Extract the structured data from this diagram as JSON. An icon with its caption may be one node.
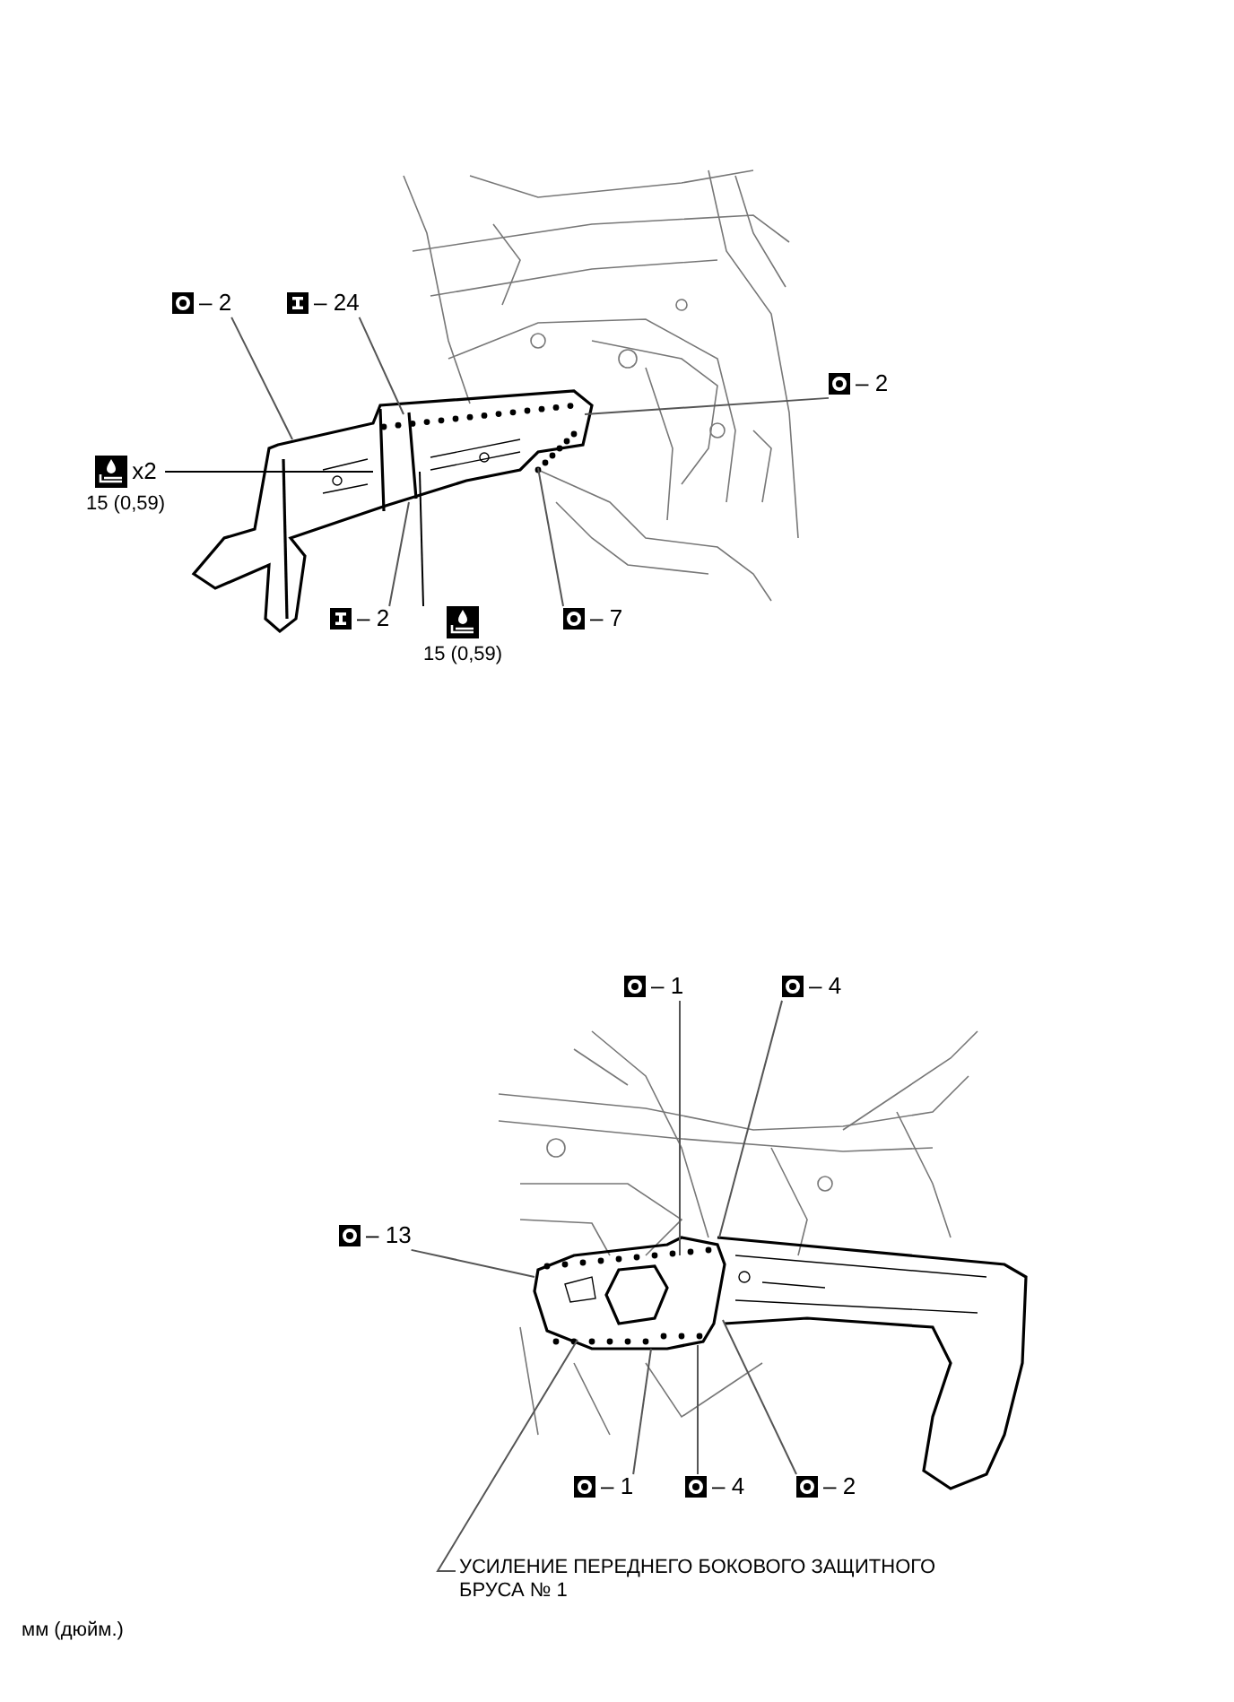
{
  "diagram": {
    "nodes": [
      {
        "text": [
          "– 2"
        ]
      },
      {
        "text": [
          "– 24"
        ]
      },
      {
        "text": [
          "– 2"
        ]
      },
      {
        "text": [
          "x2"
        ],
        "beside": [
          "15 (0,59)"
        ]
      },
      {
        "text": [
          "– 2"
        ]
      },
      {
        "text": [],
        "shape": "picture",
        "beside": [
          "15 (0,59)"
        ]
      },
      {
        "text": [
          "– 7"
        ]
      },
      {
        "text": [
          "– 1"
        ]
      },
      {
        "text": [
          "– 4"
        ]
      },
      {
        "text": [
          "– 13"
        ]
      },
      {
        "text": [
          "– 1"
        ]
      },
      {
        "text": [
          "– 4"
        ]
      },
      {
        "text": [
          "– 2"
        ]
      },
      {
        "text": [
          "УСИЛЕНИЕ ПЕРЕДНЕГО БОКОВОГО ЗАЩИТНОГО БРУСА № 1"
        ]
      }
    ],
    "edges": [
      {
        "from": 0,
        "to": null,
        "arrow": "none"
      },
      {
        "from": 1,
        "to": null,
        "arrow": "none"
      },
      {
        "from": 2,
        "to": null,
        "arrow": "none"
      },
      {
        "from": 3,
        "to": null,
        "arrow": "none"
      },
      {
        "from": 4,
        "to": null,
        "arrow": "none"
      },
      {
        "from": 5,
        "to": null,
        "arrow": "none"
      },
      {
        "from": 6,
        "to": null,
        "arrow": "none"
      },
      {
        "from": 7,
        "to": null,
        "arrow": "none"
      },
      {
        "from": 8,
        "to": null,
        "arrow": "none"
      },
      {
        "from": 9,
        "to": null,
        "arrow": "none"
      },
      {
        "from": 10,
        "to": null,
        "arrow": "none"
      },
      {
        "from": 11,
        "to": null,
        "arrow": "none"
      },
      {
        "from": 12,
        "to": null,
        "arrow": "none"
      },
      {
        "from": 13,
        "to": null,
        "arrow": "none"
      }
    ],
    "labels": [
      "мм (дюйм.)"
    ]
  }
}
